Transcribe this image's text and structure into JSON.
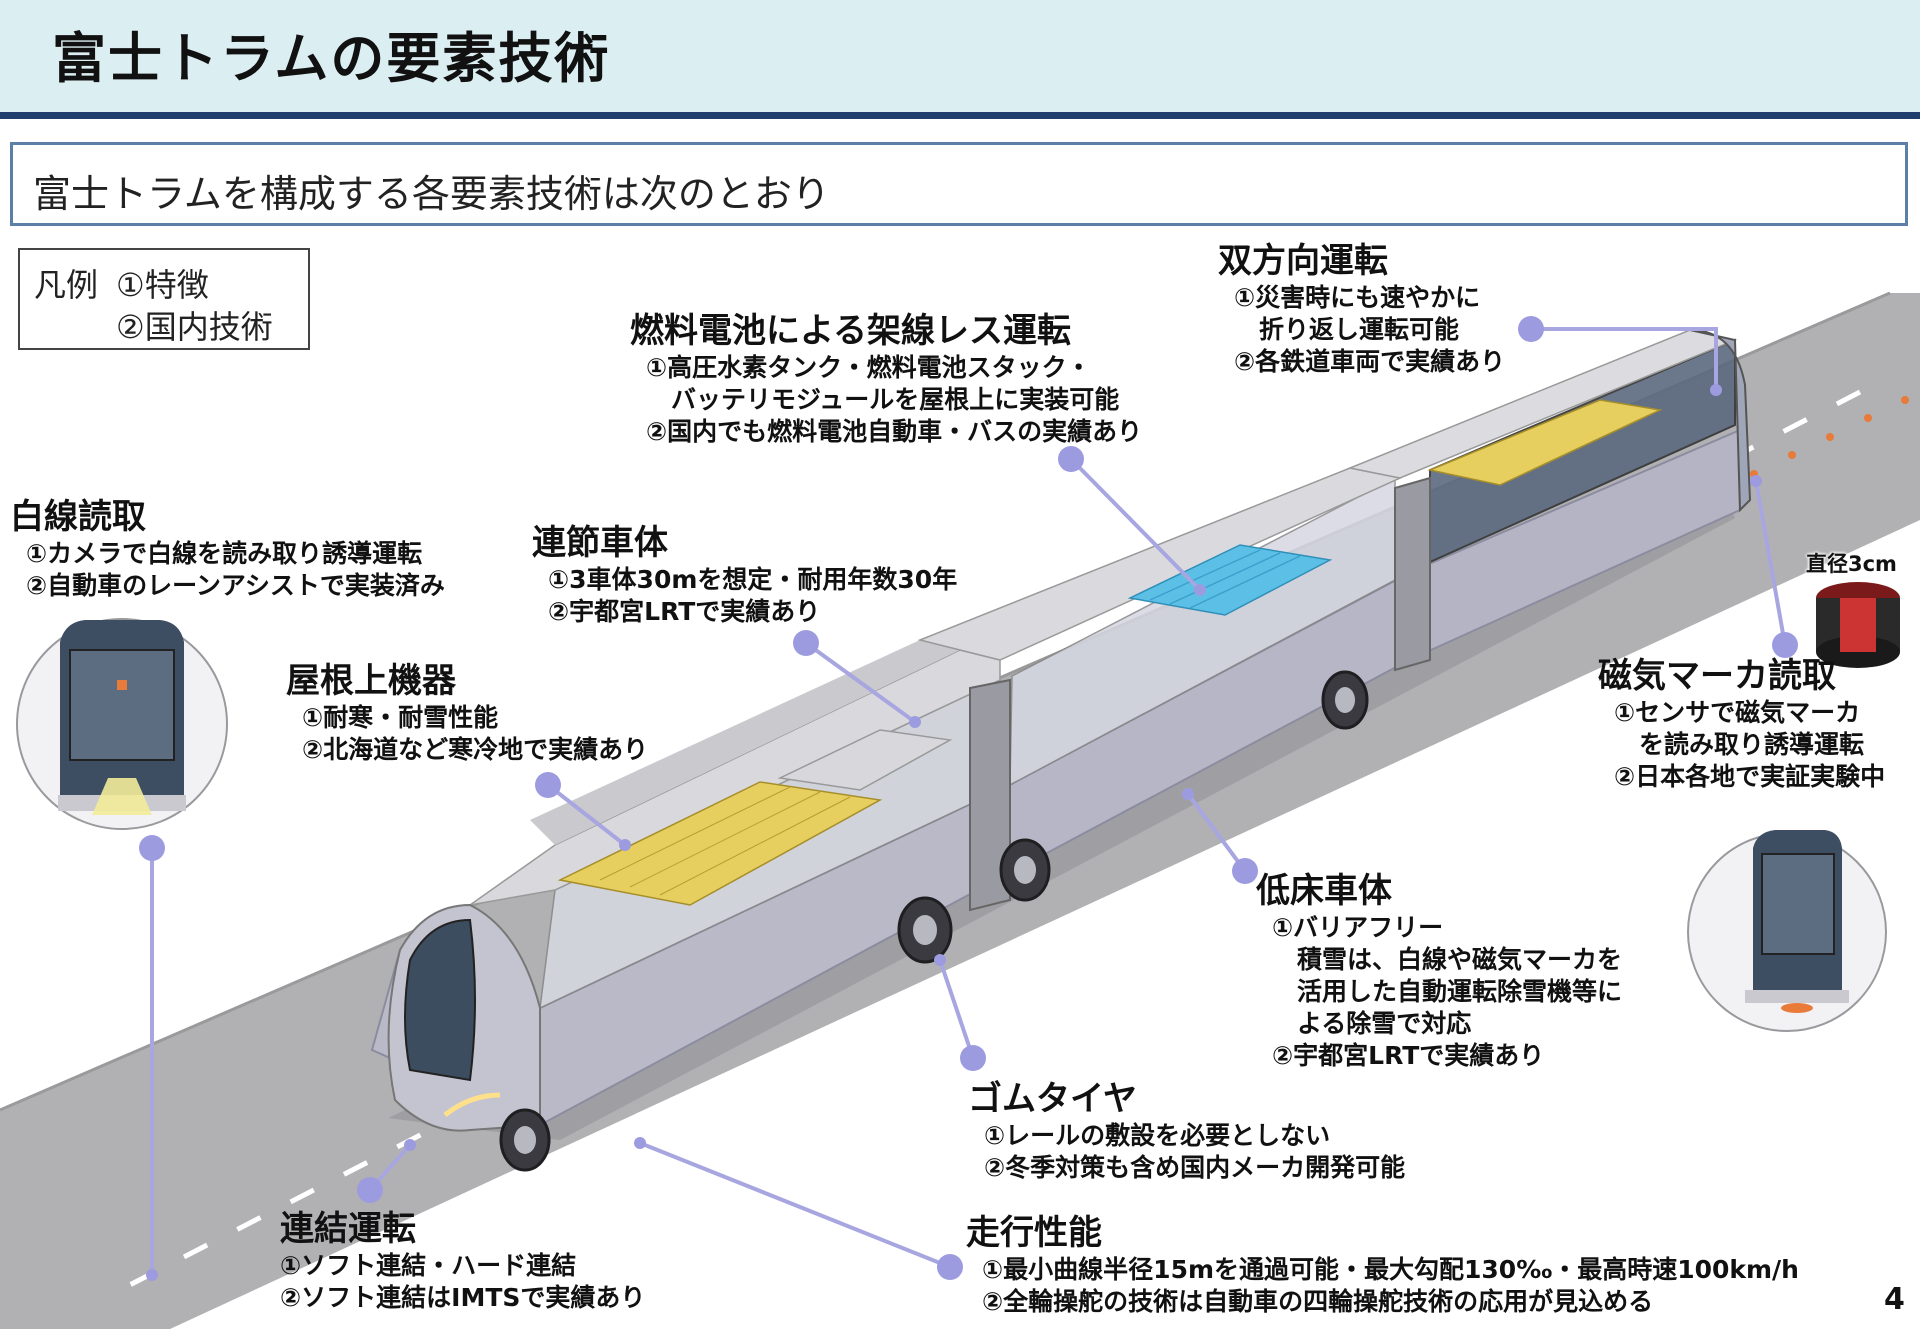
{
  "header": {
    "title": "富士トラムの要素技術"
  },
  "subtitle": "富士トラムを構成する各要素技術は次のとおり",
  "legend": {
    "prefix": "凡例",
    "item1": "①特徴",
    "item2": "②国内技術"
  },
  "magnet_size_label": "直径3cm",
  "labels": [
    {
      "id": "hakusen",
      "title": "白線読取",
      "lines": [
        "①カメラで白線を読み取り誘導運転",
        "②自動車のレーンアシストで実装済み"
      ]
    },
    {
      "id": "fuel",
      "title": "燃料電池による架線レス運転",
      "lines": [
        "①高圧水素タンク・燃料電池スタック・",
        "　バッテリモジュールを屋根上に実装可能",
        "②国内でも燃料電池自動車・バスの実績あり"
      ]
    },
    {
      "id": "bidir",
      "title": "双方向運転",
      "lines": [
        "①災害時にも速やかに",
        "　折り返し運転可能",
        "②各鉄道車両で実績あり"
      ]
    },
    {
      "id": "renketsu-body",
      "title": "連節車体",
      "lines": [
        "①3車体30mを想定・耐用年数30年",
        "②宇都宮LRTで実績あり"
      ]
    },
    {
      "id": "roof",
      "title": "屋根上機器",
      "lines": [
        "①耐寒・耐雪性能",
        "②北海道など寒冷地で実績あり"
      ]
    },
    {
      "id": "magnet",
      "title": "磁気マーカ読取",
      "lines": [
        "①センサで磁気マーカ",
        "　を読み取り誘導運転",
        "②日本各地で実証実験中"
      ]
    },
    {
      "id": "lowfloor",
      "title": "低床車体",
      "lines": [
        "①バリアフリー",
        "　積雪は、白線や磁気マーカを",
        "　活用した自動運転除雪機等に",
        "　よる除雪で対応",
        "②宇都宮LRTで実績あり"
      ]
    },
    {
      "id": "tire",
      "title": "ゴムタイヤ",
      "lines": [
        "①レールの敷設を必要としない",
        "②冬季対策も含め国内メーカ開発可能"
      ]
    },
    {
      "id": "coupling",
      "title": "連結運転",
      "lines": [
        "①ソフト連結・ハード連結",
        "②ソフト連結はIMTSで実績あり"
      ]
    },
    {
      "id": "running",
      "title": "走行性能",
      "lines": [
        "①最小曲線半径15mを通過可能・最大勾配130‰・最高時速100km/h",
        "②全輪操舵の技術は自動車の四輪操舵技術の応用が見込める"
      ]
    }
  ],
  "page_number": "4",
  "colors": {
    "header_bg": "#dbeef2",
    "header_rule": "#1f3e6e",
    "connector": "#a8a6e0",
    "dot": "#9d9be0",
    "road": "#b0b0b2",
    "roof_yellow": "#e6cf5e",
    "hydrogen_blue": "#5cc0e6"
  },
  "icons": [
    "tram-illustration",
    "camera-view-icon",
    "magnet-sensor-view-icon",
    "magnetic-marker-icon"
  ]
}
